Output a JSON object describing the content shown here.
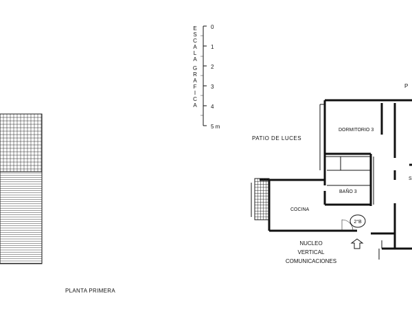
{
  "scale": {
    "vertical_letters": [
      "E",
      "S",
      "C",
      "A",
      "L",
      "A",
      "G",
      "R",
      "A",
      "F",
      "I",
      "C",
      "A"
    ],
    "ticks": [
      "0",
      "1",
      "2",
      "3",
      "4",
      "5 m"
    ]
  },
  "labels": {
    "patio": "PATIO DE LUCES",
    "dormitorio": "DORMITORIO 3",
    "bano": "BAÑO 3",
    "cocina": "COCINA",
    "door_tag": "2°B",
    "nucleo_1": "NUCLEO",
    "nucleo_2": "VERTICAL",
    "nucleo_3": "COMUNICACIONES",
    "planta": "PLANTA PRIMERA",
    "edge_p": "P",
    "edge_s": "S"
  },
  "icons": {
    "entrance": "up-arrow-icon"
  }
}
